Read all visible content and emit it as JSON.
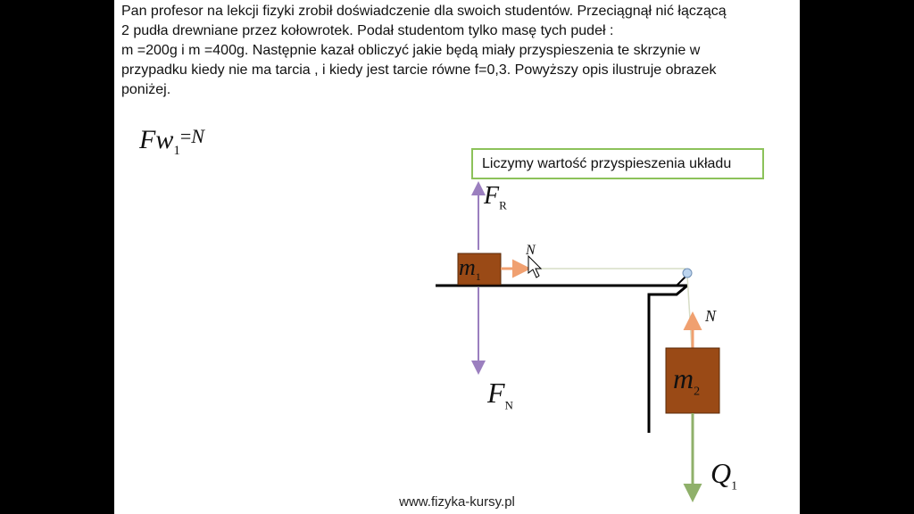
{
  "problem_lines": [
    "Pan profesor na lekcji fizyki zrobił doświadczenie dla swoich studentów.  Przeciągnął nić łączącą",
    "2 pudła drewniane przez kołowrotek. Podał studentom   tylko masę tych  pudeł :",
    " m =200g i m =400g. Następnie kazał obliczyć jakie będą miały przyspieszenia te skrzynie w",
    "przypadku kiedy nie ma tarcia , i kiedy jest tarcie równe f=0,3. Powyższy opis ilustruje obrazek",
    "poniżej."
  ],
  "formula": {
    "main": "Fw",
    "sub": "1",
    "eq": "=",
    "rhs": "N"
  },
  "tooltip": "Liczymy wartość przyspieszenia układu",
  "labels": {
    "fr_main": "F",
    "fr_sub": "R",
    "fn_main": "F",
    "fn_sub": "N",
    "n_top": "N",
    "n_right": "N",
    "q_main": "Q",
    "q_sub": "1",
    "m1_main": "m",
    "m1_sub": "1",
    "m2_main": "m",
    "m2_sub": "2"
  },
  "footer": "www.fizyka-kursy.pl",
  "colors": {
    "box": "#9a4a16",
    "force_vertical": "#9b7fbf",
    "tension": "#f0a070",
    "gravity": "#8fb06a",
    "pulley": "#bcd4ee",
    "tooltip_border": "#8cc25a"
  }
}
